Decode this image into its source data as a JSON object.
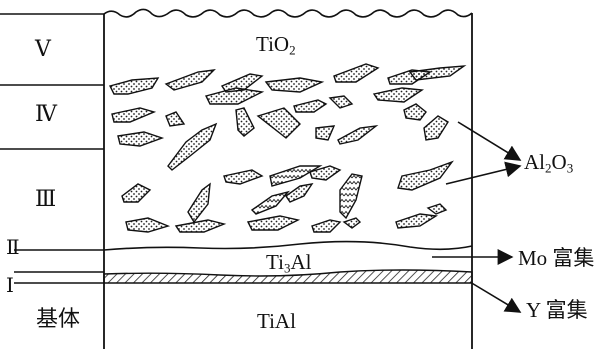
{
  "zones": {
    "v": "Ⅴ",
    "iv": "Ⅳ",
    "iii": "Ⅲ",
    "ii": "Ⅱ",
    "i": "Ⅰ",
    "substrate": "基体"
  },
  "phases": {
    "tio2": {
      "base": "TiO",
      "sub": "2"
    },
    "ti3al": {
      "pre": "Ti",
      "sub": "3",
      "post": "Al"
    },
    "tial": "TiAl"
  },
  "annotations": {
    "al2o3": {
      "a": "Al",
      "sub1": "2",
      "b": "O",
      "sub2": "3"
    },
    "mo": "Mo 富集",
    "y": "Y 富集"
  },
  "colors": {
    "line": "#111111",
    "background": "#ffffff"
  }
}
